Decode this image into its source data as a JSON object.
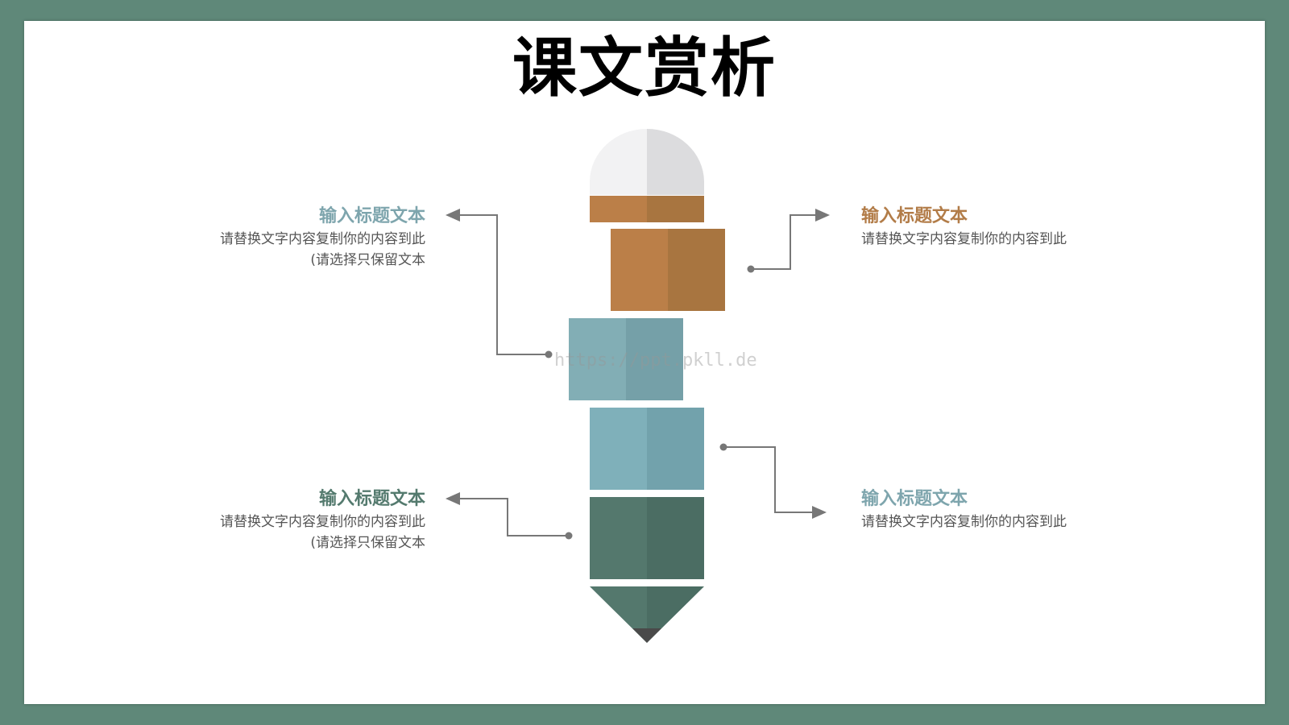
{
  "title": "课文赏析",
  "watermark": "https://ppt.pkll.de",
  "colors": {
    "frame": "#5f8879",
    "eraser_light": "#f2f2f3",
    "eraser_shade": "#dcdcde",
    "brown_light": "#bb7f48",
    "brown_dark": "#a87540",
    "teal_light": "#82aeb5",
    "teal_dark": "#75a0a8",
    "blue_light": "#7fb0ba",
    "blue_dark": "#72a2ac",
    "green_light": "#54786d",
    "green_dark": "#4b6d63",
    "tip": "#4a4a4a",
    "connector": "#777777"
  },
  "items": [
    {
      "title": "输入标题文本",
      "body_lines": [
        "请替换文字内容复制你的内容到此",
        "(请选择只保留文本"
      ],
      "title_color": "#7ea5ad"
    },
    {
      "title": "输入标题文本",
      "body_lines": [
        "请替换文字内容复制你的内容到此"
      ],
      "title_color": "#b27c48"
    },
    {
      "title": "输入标题文本",
      "body_lines": [
        "请替换文字内容复制你的内容到此",
        "(请选择只保留文本"
      ],
      "title_color": "#547a6e"
    },
    {
      "title": "输入标题文本",
      "body_lines": [
        "请替换文字内容复制你的内容到此"
      ],
      "title_color": "#7ea5ad"
    }
  ]
}
